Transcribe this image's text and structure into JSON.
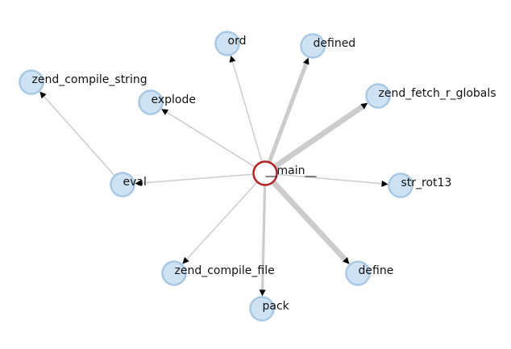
{
  "graph": {
    "root": "__main__",
    "nodes": [
      {
        "id": "main",
        "label": "__main__",
        "root": true
      },
      {
        "id": "ord",
        "label": "ord"
      },
      {
        "id": "defined",
        "label": "defined"
      },
      {
        "id": "zend_compile_string",
        "label": "zend_compile_string"
      },
      {
        "id": "explode",
        "label": "explode"
      },
      {
        "id": "zend_fetch_r_globals",
        "label": "zend_fetch_r_globals"
      },
      {
        "id": "eval",
        "label": "eval"
      },
      {
        "id": "str_rot13",
        "label": "str_rot13"
      },
      {
        "id": "zend_compile_file",
        "label": "zend_compile_file"
      },
      {
        "id": "define",
        "label": "define"
      },
      {
        "id": "pack",
        "label": "pack"
      }
    ],
    "edges": [
      {
        "from": "main",
        "to": "ord",
        "weight": 1
      },
      {
        "from": "main",
        "to": "defined",
        "weight": 3
      },
      {
        "from": "main",
        "to": "explode",
        "weight": 1
      },
      {
        "from": "main",
        "to": "zend_fetch_r_globals",
        "weight": 4
      },
      {
        "from": "main",
        "to": "str_rot13",
        "weight": 1
      },
      {
        "from": "main",
        "to": "define",
        "weight": 4
      },
      {
        "from": "main",
        "to": "pack",
        "weight": 2
      },
      {
        "from": "main",
        "to": "zend_compile_file",
        "weight": 1
      },
      {
        "from": "main",
        "to": "eval",
        "weight": 1
      },
      {
        "from": "eval",
        "to": "zend_compile_string",
        "weight": 1
      }
    ]
  }
}
